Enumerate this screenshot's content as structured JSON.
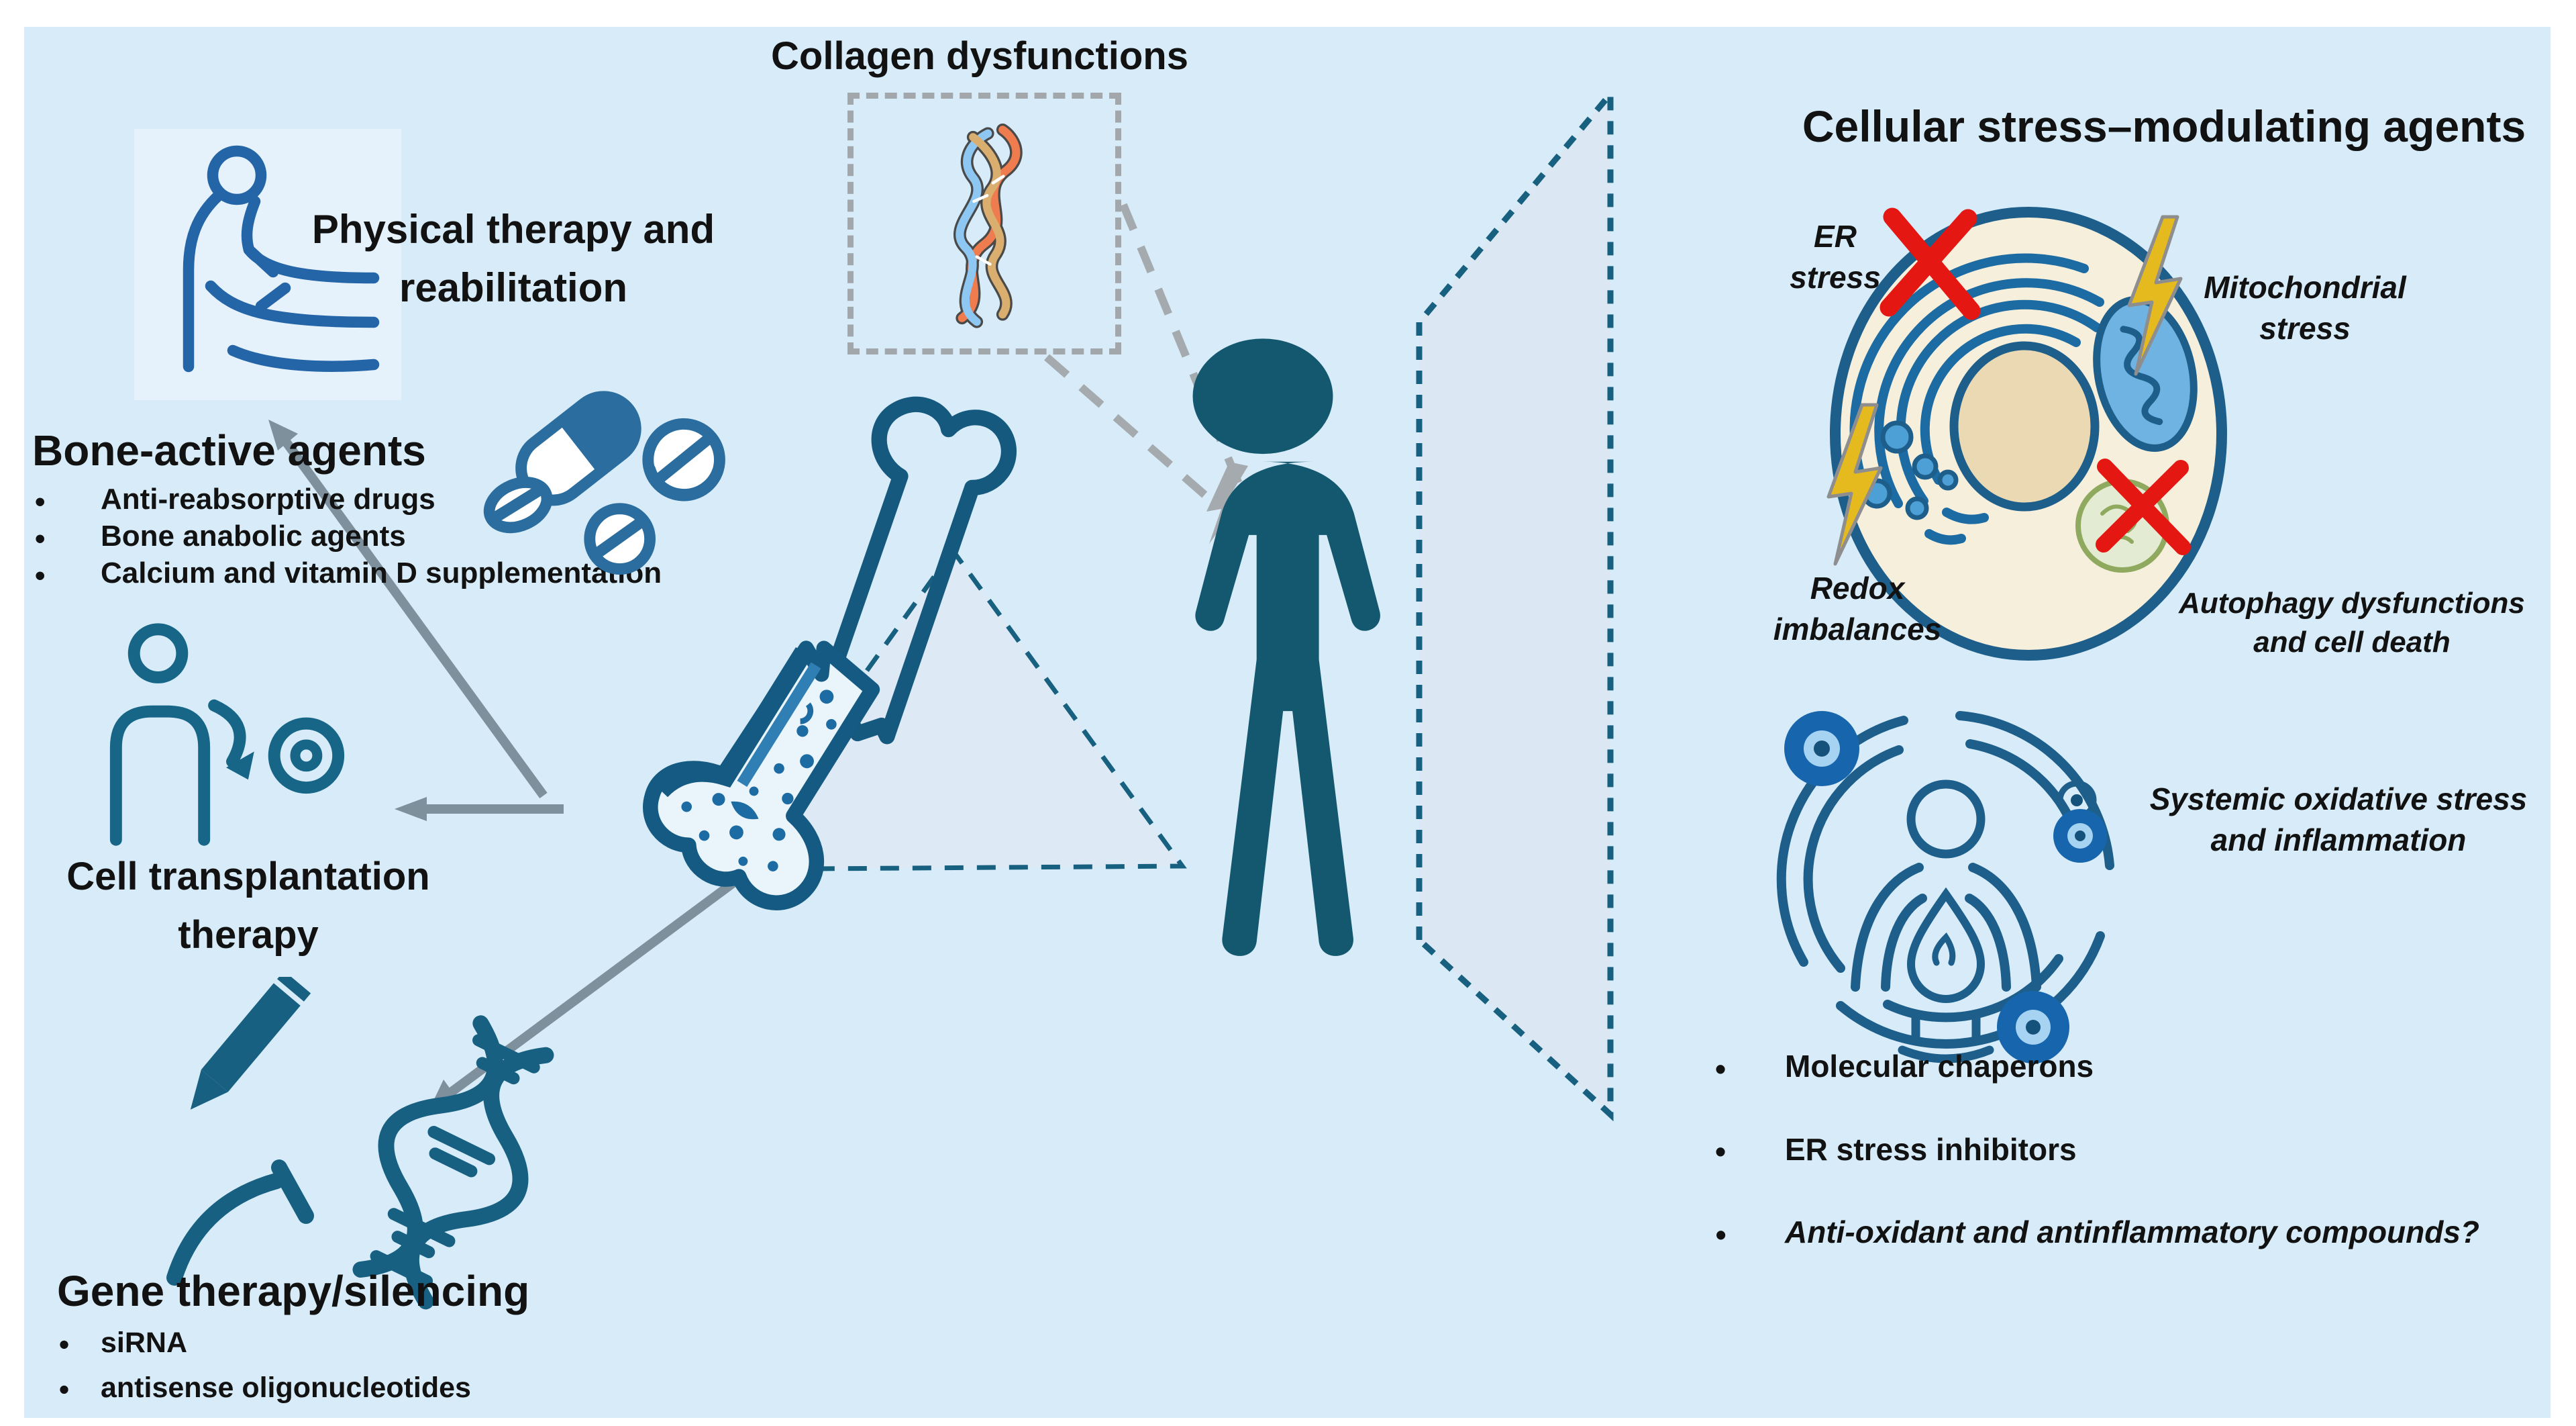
{
  "figure": {
    "collagen_label": "Collagen dysfunctions"
  },
  "left_column": {
    "physio": {
      "title_line1": "Physical therapy and",
      "title_line2": "reabilitation"
    },
    "bone_agents": {
      "heading": "Bone-active agents",
      "bullets": [
        "Anti-reabsorptive drugs",
        "Bone anabolic agents",
        "Calcium and vitamin D supplementation"
      ]
    },
    "cell_therapy": {
      "title_line1": "Cell transplantation",
      "title_line2": "therapy"
    },
    "gene_therapy": {
      "heading": "Gene therapy/silencing",
      "bullets": [
        "siRNA",
        "antisense oligonucleotides"
      ]
    }
  },
  "right_panel": {
    "title": "Cellular stress–modulating agents",
    "er_line1": "ER",
    "er_line2": "stress",
    "mito_line1": "Mitochondrial",
    "mito_line2": "stress",
    "redox_line1": "Redox",
    "redox_line2": "imbalances",
    "autophagy_line1": "Autophagy dysfunctions",
    "autophagy_line2": "and cell death",
    "systemic_line1": "Systemic oxidative stress",
    "systemic_line2": "and inflammation",
    "bullets": [
      "Molecular chaperons",
      "ER stress inhibitors",
      "Anti-oxidant and antinflammatory compounds?"
    ]
  },
  "colors": {
    "background": "#d7ecf8",
    "silhouette_teal": "#145870",
    "icon_blue": "#2465a8",
    "outline_blue": "#1d5e8a",
    "arrow_gray": "#7e909c",
    "dash_gray": "#a4aaae",
    "alert_red": "#e41712",
    "bolt_gold": "#e5ba1f",
    "cell_cream": "#f6efdc",
    "nucleus_tan": "#ead9b2",
    "mito_blue": "#6fb3e2",
    "autophagosome_green": "#e3ecd2",
    "collagen_orange": "#ee7c4e",
    "collagen_blue": "#8ec7f2",
    "collagen_tan": "#d9ae6e"
  }
}
